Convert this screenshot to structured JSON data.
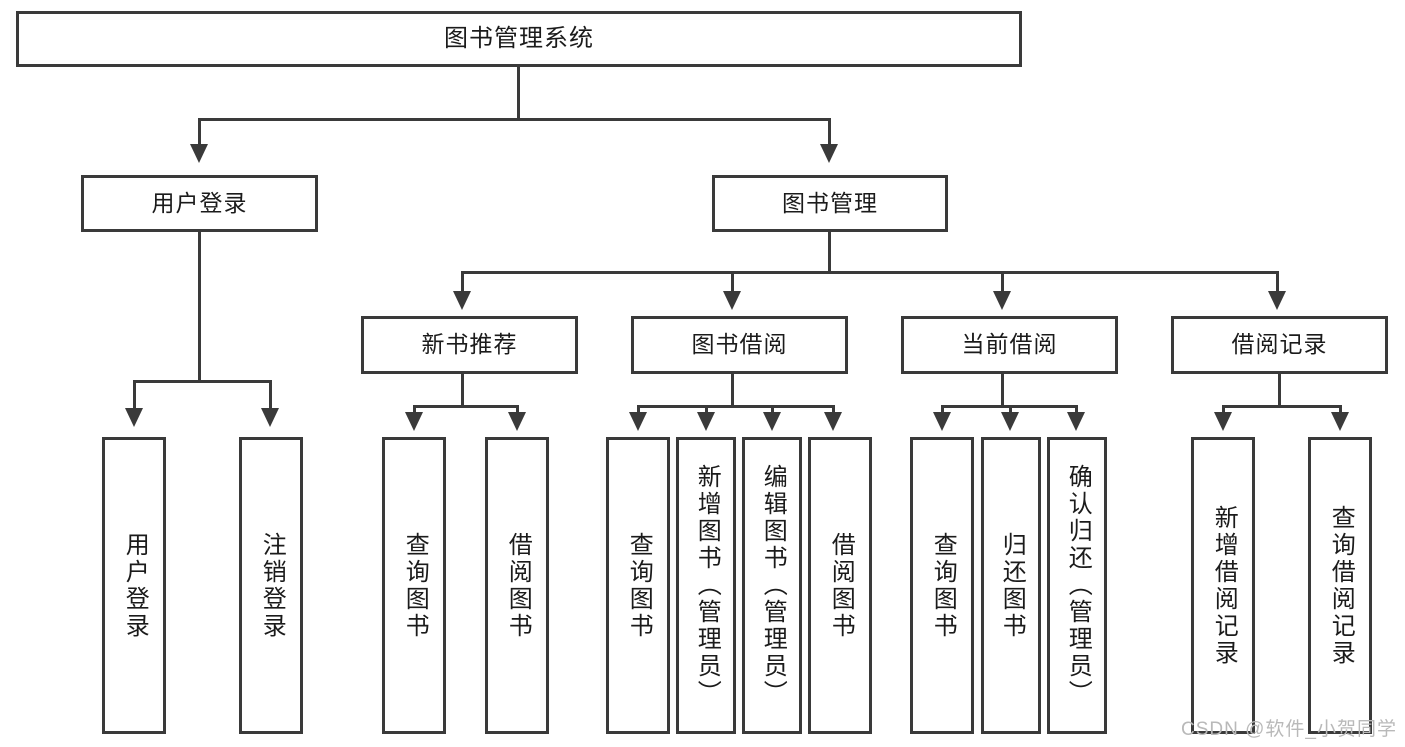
{
  "diagram": {
    "title": "图书管理系统",
    "watermark": "CSDN @软件_小贺同学",
    "level1": [
      {
        "label": "用户登录"
      },
      {
        "label": "图书管理"
      }
    ],
    "level2": [
      {
        "label": "新书推荐"
      },
      {
        "label": "图书借阅"
      },
      {
        "label": "当前借阅"
      },
      {
        "label": "借阅记录"
      }
    ],
    "leaves": {
      "user_login": [
        {
          "label": "用户登录"
        },
        {
          "label": "注销登录"
        }
      ],
      "new_book_recommend": [
        {
          "label": "查询图书"
        },
        {
          "label": "借阅图书"
        }
      ],
      "book_borrow": [
        {
          "label": "查询图书"
        },
        {
          "label": "新增图书（管理员）"
        },
        {
          "label": "编辑图书（管理员）"
        },
        {
          "label": "借阅图书"
        }
      ],
      "current_borrow": [
        {
          "label": "查询图书"
        },
        {
          "label": "归还图书"
        },
        {
          "label": "确认归还（管理员）"
        }
      ],
      "borrow_record": [
        {
          "label": "新增借阅记录"
        },
        {
          "label": "查询借阅记录"
        }
      ]
    }
  },
  "colors": {
    "stroke": "#3a3a3a",
    "text": "#1b1b1b",
    "background": "#ffffff",
    "watermark": "#b9b9b9"
  }
}
